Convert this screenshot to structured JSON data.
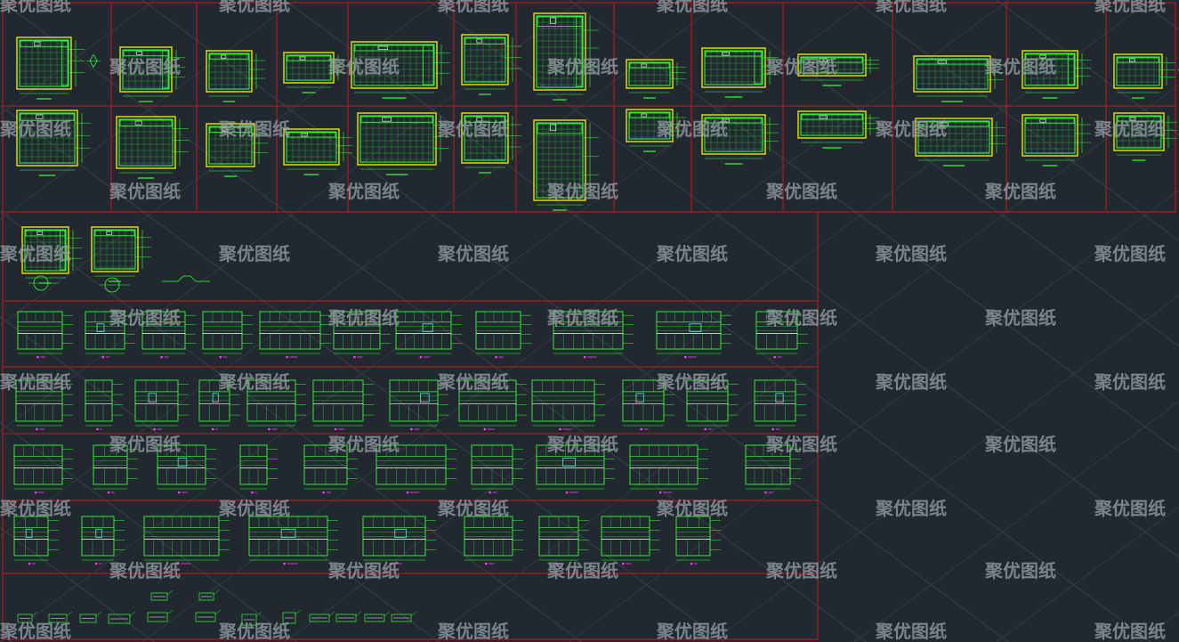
{
  "canvas": {
    "background": "#212830",
    "frame_color": "#d0141c",
    "drawing_color": "#33ff33",
    "accent_color": "#e8e800",
    "hatch_color": "#66ffff",
    "label_color": "#ff44ff"
  },
  "watermark": {
    "text": "聚优图纸",
    "color": "#9aa0a8"
  },
  "sheets": {
    "top_row_count": 13,
    "elevation_rows": 5
  }
}
